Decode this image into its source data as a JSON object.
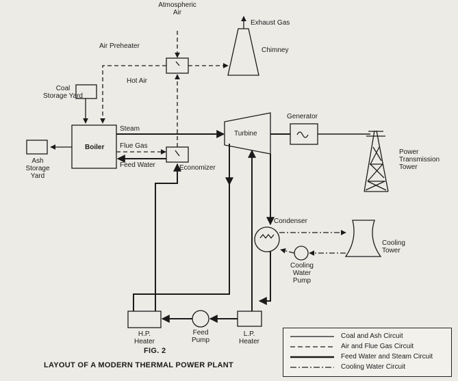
{
  "labels": {
    "atmospheric_air": "Atmospheric\nAir",
    "exhaust_gas": "Exhaust Gas",
    "air_preheater": "Air Preheater",
    "chimney": "Chimney",
    "hot_air": "Hot Air",
    "coal_storage_yard": "Coal\nStorage Yard",
    "boiler": "Boiler",
    "ash_storage_yard": "Ash\nStorage\nYard",
    "steam": "Steam",
    "flue_gas": "Flue Gas",
    "feed_water": "Feed Water",
    "economizer": "Economizer",
    "turbine": "Turbine",
    "generator": "Generator",
    "power_transmission_tower": "Power\nTransmission\nTower",
    "condenser": "Condenser",
    "cooling_tower": "Cooling\nTower",
    "cooling_water_pump": "Cooling\nWater\nPump",
    "hp_heater": "H.P.\nHeater",
    "feed_pump": "Feed\nPump",
    "lp_heater": "L.P.\nHeater"
  },
  "legend": {
    "items": [
      {
        "label": "Coal and Ash Circuit",
        "style": "solid-thin"
      },
      {
        "label": "Air and Flue Gas Circuit",
        "style": "dashed"
      },
      {
        "label": "Feed Water and Steam Circuit",
        "style": "solid-thick"
      },
      {
        "label": "Cooling Water Circuit",
        "style": "dash-dot"
      }
    ]
  },
  "caption": {
    "fig": "FIG. 2",
    "title": "LAYOUT OF A MODERN THERMAL POWER PLANT"
  }
}
